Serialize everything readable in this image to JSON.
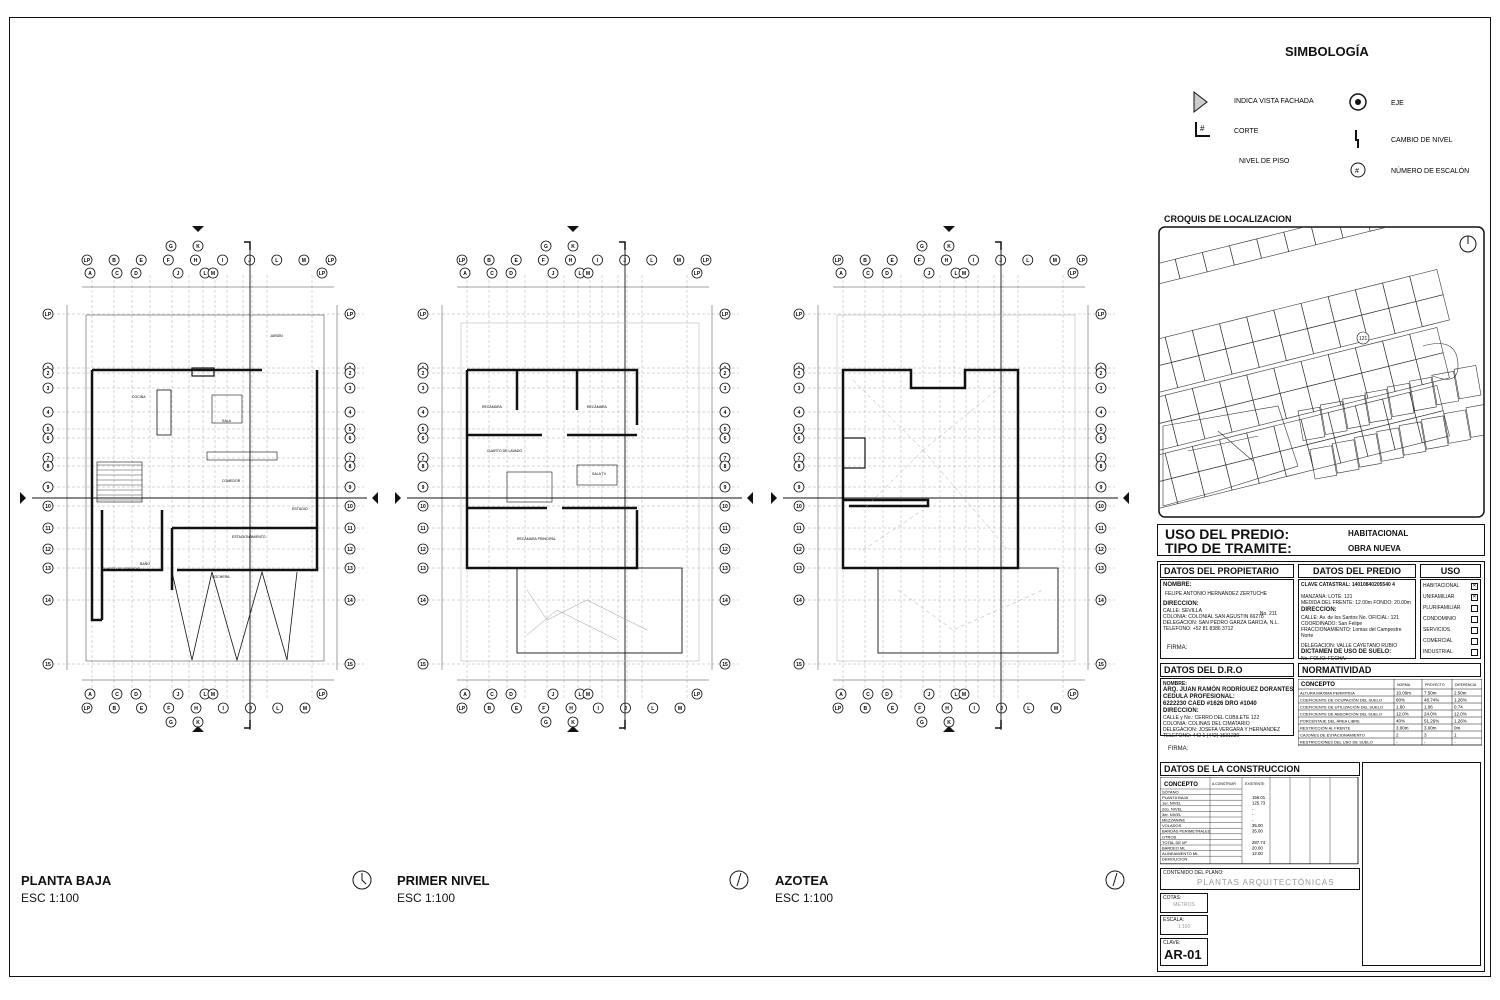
{
  "sheet": {
    "code": "AR-01"
  },
  "simbologia": {
    "title": "SIMBOLOGÍA",
    "items": [
      {
        "icon": "facade-arrow-icon",
        "label": "INDICA VISTA FACHADA"
      },
      {
        "icon": "axis-circle-icon",
        "label": "EJE"
      },
      {
        "icon": "section-cut-icon",
        "label": "CORTE",
        "symbol": "#"
      },
      {
        "icon": "level-change-icon",
        "label": "CAMBIO DE NIVEL"
      },
      {
        "icon": "floor-level-icon",
        "label": "NIVEL DE PISO"
      },
      {
        "icon": "step-number-icon",
        "label": "NÚMERO DE ESCALÓN",
        "symbol": "#"
      }
    ]
  },
  "plans": [
    {
      "title": "PLANTA BAJA",
      "scale": "ESC 1:100",
      "rooms": [
        "JARDÍN",
        "COCINA",
        "SALA",
        "COMEDOR",
        "ESTUDIO",
        "ESTACIONAMIENTO",
        "COCHERA",
        "BAÑO",
        "CUARTO DE SERVICIO"
      ]
    },
    {
      "title": "PRIMER NIVEL",
      "scale": "ESC 1:100",
      "rooms": [
        "RECÁMARA",
        "RECÁMARA",
        "CUARTO DE LAVADO",
        "SALA TV",
        "RECÁMARA PRINCIPAL"
      ]
    },
    {
      "title": "AZOTEA",
      "scale": "ESC 1:100",
      "rooms": []
    }
  ],
  "grid": {
    "top_row1": [
      "G",
      "K"
    ],
    "top_row2": [
      "LP",
      "B",
      "E",
      "F",
      "H",
      "I",
      "J",
      "L",
      "M",
      "LP"
    ],
    "top_row3": [
      "A",
      "C",
      "D",
      "J",
      "L",
      "M",
      "LP"
    ],
    "rows": [
      "LP",
      "1",
      "2",
      "3",
      "4",
      "5",
      "6",
      "7",
      "8",
      "9",
      "10",
      "11",
      "12",
      "13",
      "14",
      "15",
      "LP"
    ]
  },
  "croquis": {
    "title": "CROQUIS DE LOCALIZACION",
    "lot": "121"
  },
  "uso": {
    "predio_label": "USO DEL PREDIO:",
    "predio_value": "HABITACIONAL",
    "tramite_label": "TIPO DE TRAMITE:",
    "tramite_value": "OBRA NUEVA"
  },
  "propietario": {
    "header": "DATOS DEL PROPIETARIO",
    "nombre_label": "NOMBRE:",
    "nombre": "FELIPE ANTONIO HERNANDEZ ZERTUCHE",
    "direccion_label": "DIRECCION:",
    "lines": [
      "CALLE: SEVILLA",
      "COLONIA: COLONIAL SAN AGUSTIN 66278",
      "DELEGACION: SAN PEDRO GARZA GARCIA, N.L.",
      "TELEFONO: +52 81 8386 3712"
    ],
    "numero": "No. 211",
    "firma": "FIRMA:"
  },
  "predio": {
    "header": "DATOS DEL PREDIO",
    "clave": "CLAVE CATASTRAL: 14010840205540 4",
    "lines": [
      "MANZANA: LOTE: 121",
      "MEDIDA DEL FRENTE: 12.00m   FONDO: 20.00m"
    ],
    "direccion_label": "DIRECCION:",
    "dir_lines": [
      "CALLE: Av. de los Santos   No. OFICIAL: 121",
      "COORDINADO: San Felipe",
      "FRACCIONAMIENTO: Lomas del Campestre Norte"
    ],
    "delegacion": "DELEGACION: VALLE CAYETANO RUBIO",
    "dictamen": "DICTAMEN DE USO DE SUELO:",
    "folio": "No. FOLIO:   FECHA:"
  },
  "uso_box": {
    "header": "USO",
    "items": [
      {
        "label": "HABITACIONAL",
        "checked": true
      },
      {
        "label": "UNIFAMILIAR",
        "checked": true
      },
      {
        "label": "PLURIFAMILIAR",
        "checked": false
      },
      {
        "label": "CONDOMINIO",
        "checked": false
      },
      {
        "label": "SERVICIOS",
        "checked": false
      },
      {
        "label": "COMERCIAL",
        "checked": false
      },
      {
        "label": "INDUSTRIAL",
        "checked": false
      }
    ]
  },
  "dro": {
    "header": "DATOS DEL D.R.O",
    "nombre_label": "NOMBRE:",
    "nombre": "ARQ. JUAN RAMÓN RODRÍGUEZ DORANTES",
    "cedula_label": "CEDULA PROFESIONAL:",
    "cedula": "6222230 CAED #1626 DRO #1040",
    "direccion_label": "DIRECCION:",
    "lines": [
      "CALLE y No.: CERRO DEL CUBILETE 122",
      "COLONIA: COLINAS DEL CIMATARIO",
      "DELEGACION: JOSEFA VERGARA Y HERNANDEZ",
      "TELEFONO: 442 1 (442) 1531230"
    ],
    "firma": "FIRMA:"
  },
  "normatividad": {
    "header": "NORMATIVIDAD",
    "columns": [
      "CONCEPTO",
      "NORMA",
      "PROYECTO",
      "DIFERENCIA"
    ],
    "rows": [
      [
        "ALTURA MÁXIMA PERMITIDA",
        "10.00m",
        "7.50m",
        "2.50m"
      ],
      [
        "COEFICIENTE DE OCUPACIÓN DEL SUELO",
        "80%",
        "48.74%",
        "1.26%"
      ],
      [
        "COEFICIENTE DE UTILIZACIÓN DEL SUELO",
        "1.60",
        "1.06",
        "0.74"
      ],
      [
        "COEFICIENTE DE ABSORCIÓN DEL SUELO",
        "12.0%",
        "24.0%",
        "12.0%"
      ],
      [
        "PORCENTAJE DEL ÁREA LIBRE",
        "40%",
        "51.26%",
        "1.26%"
      ],
      [
        "RESTRICCIÓN AL FRENTE",
        "3.00m",
        "3.00m",
        "0m"
      ],
      [
        "CAJONES DE ESTACIONAMIENTO",
        "2",
        "3",
        "1"
      ],
      [
        "RESTRICCIONES DEL USO DE SUELO",
        "-",
        "-",
        "-"
      ]
    ]
  },
  "construccion": {
    "header": "DATOS DE LA CONSTRUCCION",
    "columns": [
      "CONCEPTO",
      "A CONSTRUIR",
      "EXISTENTE"
    ],
    "rows": [
      [
        "SÓTANO",
        "",
        ""
      ],
      [
        "PLANTA BAJA",
        "",
        "156.01"
      ],
      [
        "1er. NIVEL",
        "",
        "125.73"
      ],
      [
        "2do. NIVEL",
        "",
        "-"
      ],
      [
        "3er. NIVEL",
        "",
        "-"
      ],
      [
        "MEZZANINE",
        "",
        "-"
      ],
      [
        "VOLADOS",
        "",
        "35.00"
      ],
      [
        "BARDAS PERIMETRALES",
        "",
        "35.00"
      ],
      [
        "OTROS",
        "",
        ""
      ],
      [
        "TOTAL DE M²",
        "",
        "287.74"
      ],
      [
        "BARDEO ML",
        "",
        "20.00"
      ],
      [
        "ALINEAMIENTO ML",
        "",
        "12.00"
      ],
      [
        "DEMOLICION",
        "",
        ""
      ]
    ]
  },
  "contenido": {
    "label": "CONTENIDO DEL PLANO:",
    "value": "PLANTAS ARQUITECTÓNICAS",
    "cotas_label": "COTAS:",
    "cotas_value": "METROS",
    "escala_label": "ESCALA:",
    "escala_value": "1:100",
    "clave_label": "CLAVE:"
  }
}
